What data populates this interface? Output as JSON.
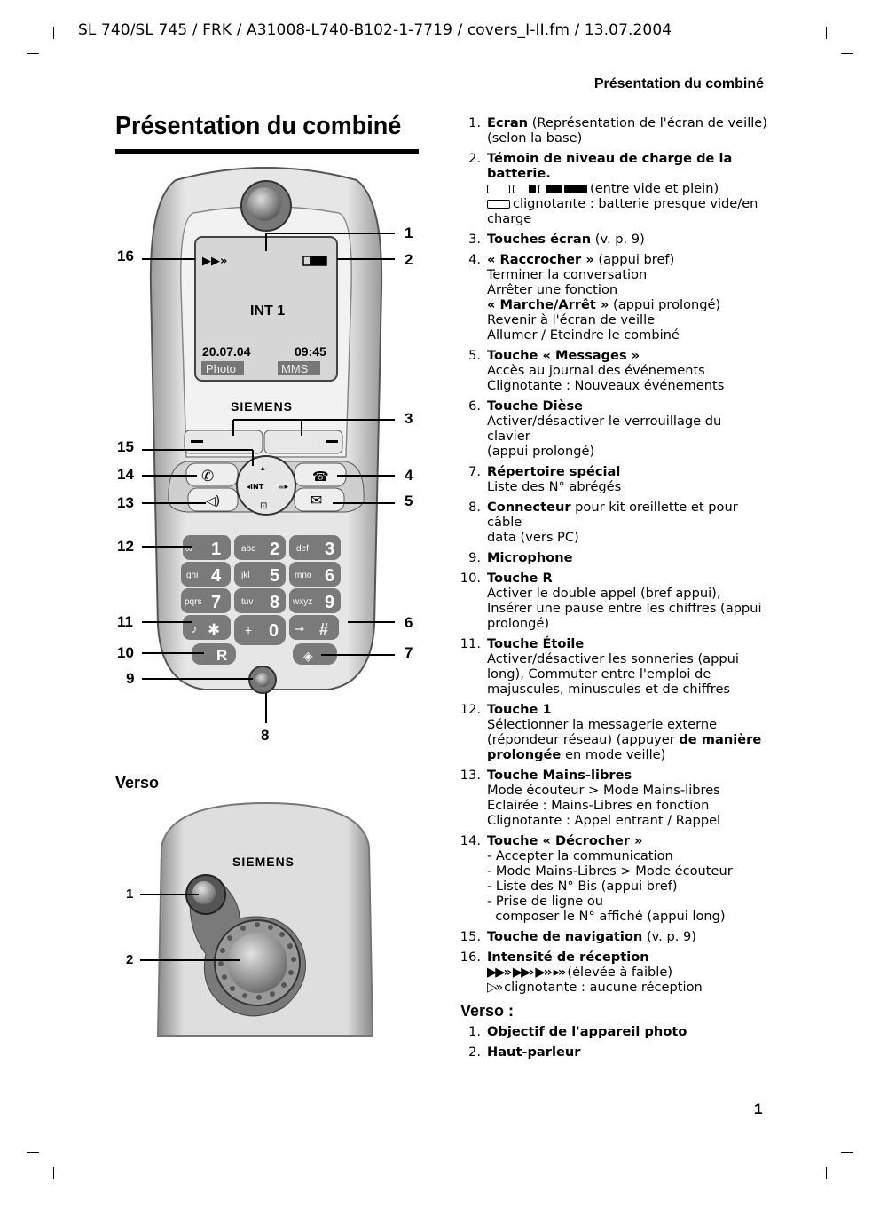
{
  "header": "SL 740/SL 745 / FRK / A31008-L740-B102-1-7719 / covers_I-II.fm / 13.07.2004",
  "running_head": "Présentation du combiné",
  "title": "Présentation du combiné",
  "verso_heading": "Verso",
  "page_number": "1",
  "phone": {
    "brand": "SIEMENS",
    "screen_idle": "INT 1",
    "screen_date": "20.07.04",
    "screen_time": "09:45",
    "softkey_left": "Photo",
    "softkey_right": "MMS",
    "nav_int": "◂INT",
    "keys": [
      {
        "letters": "abc",
        "digit": "2"
      },
      {
        "letters": "def",
        "digit": "3"
      },
      {
        "letters": "ghi",
        "digit": "4"
      },
      {
        "letters": "jkl",
        "digit": "5"
      },
      {
        "letters": "mno",
        "digit": "6"
      },
      {
        "letters": "pqrs",
        "digit": "7"
      },
      {
        "letters": "tuv",
        "digit": "8"
      },
      {
        "letters": "wxyz",
        "digit": "9"
      }
    ],
    "key_1": "1",
    "key_0": "0",
    "key_plus": "+",
    "key_star": "✱",
    "key_hash": "#",
    "key_r": "R"
  },
  "callouts": {
    "n1": "1",
    "n2": "2",
    "n3": "3",
    "n4": "4",
    "n5": "5",
    "n6": "6",
    "n7": "7",
    "n8": "8",
    "n9": "9",
    "n10": "10",
    "n11": "11",
    "n12": "12",
    "n13": "13",
    "n14": "14",
    "n15": "15",
    "n16": "16",
    "v1": "1",
    "v2": "2"
  },
  "items": [
    {
      "num": "1.",
      "bold": "Ecran",
      "rest": " (Représentation de l'écran de veille)",
      "lines": [
        "(selon la base)"
      ]
    },
    {
      "num": "2.",
      "bold": "Témoin de niveau de charge de la",
      "rest": "",
      "lines": []
    },
    {
      "num": "3.",
      "bold": "Touches écran",
      "rest": " (v. p. 9)",
      "lines": []
    },
    {
      "num": "4.",
      "bold": "« Raccrocher »",
      "rest": " (appui bref)",
      "lines": [
        "Terminer la conversation",
        "Arrêter une fonction"
      ]
    },
    {
      "num": "5.",
      "bold": "Touche « Messages »",
      "rest": "",
      "lines": [
        "Accès au journal des événements",
        "Clignotante : Nouveaux événements"
      ]
    },
    {
      "num": "6.",
      "bold": "Touche Dièse",
      "rest": "",
      "lines": [
        "Activer/désactiver le verrouillage du clavier",
        "(appui prolongé)"
      ]
    },
    {
      "num": "7.",
      "bold": "Répertoire spécial",
      "rest": "",
      "lines": [
        "Liste des N° abrégés"
      ]
    },
    {
      "num": "8.",
      "bold": "Connecteur",
      "rest": " pour kit oreillette et pour câble",
      "lines": [
        "data (vers PC)"
      ]
    },
    {
      "num": "9.",
      "bold": "Microphone",
      "rest": "",
      "lines": []
    },
    {
      "num": "10.",
      "bold": "Touche R",
      "rest": "",
      "lines": [
        "Activer le double appel (bref appui),",
        "Insérer une pause entre les chiffres (appui",
        "prolongé)"
      ]
    },
    {
      "num": "11.",
      "bold": "Touche Étoile",
      "rest": "",
      "lines": [
        "Activer/désactiver les sonneries (appui",
        "long), Commuter entre l'emploi de",
        "majuscules, minuscules et de chiffres"
      ]
    },
    {
      "num": "12.",
      "bold": "Touche 1",
      "rest": "",
      "lines": [
        "Sélectionner la messagerie externe"
      ]
    },
    {
      "num": "13.",
      "bold": "Touche Mains-libres",
      "rest": "",
      "lines": [
        "Mode écouteur > Mode Mains-libres",
        "Eclairée : Mains-Libres en fonction",
        "Clignotante : Appel entrant / Rappel"
      ]
    },
    {
      "num": "14.",
      "bold": "Touche « Décrocher »",
      "rest": "",
      "lines": [
        "- Accepter la communication",
        "- Mode Mains-Libres > Mode écouteur",
        "- Liste des N° Bis (appui bref)",
        "- Prise de ligne ou",
        "  composer le N° affiché (appui long)"
      ]
    },
    {
      "num": "15.",
      "bold": "Touche de navigation",
      "rest": " (v. p. 9)",
      "lines": []
    },
    {
      "num": "16.",
      "bold": "Intensité de réception",
      "rest": "",
      "lines": []
    }
  ],
  "item2": {
    "line2": "batterie.",
    "levels_text": "(entre vide et plein)",
    "blink_text": "clignotante : batterie presque vide/en",
    "blink_text2": "charge"
  },
  "item4_extra": {
    "bold": "« Marche/Arrêt »",
    "rest": " (appui prolongé)",
    "lines": [
      "Revenir à l'écran de veille",
      "Allumer / Eteindre le combiné"
    ]
  },
  "item12_extra": {
    "pre": "(répondeur réseau) (appuyer ",
    "bold1": "de manière",
    "bold2": "prolongée",
    "post": " en mode veille)"
  },
  "item16": {
    "levels_text": "(élevée à faible)",
    "none_text": "clignotante : aucune réception"
  },
  "verso_section": {
    "heading": "Verso :",
    "items": [
      {
        "num": "1.",
        "bold": "Objectif de l'appareil photo"
      },
      {
        "num": "2.",
        "bold": "Haut-parleur"
      }
    ]
  }
}
